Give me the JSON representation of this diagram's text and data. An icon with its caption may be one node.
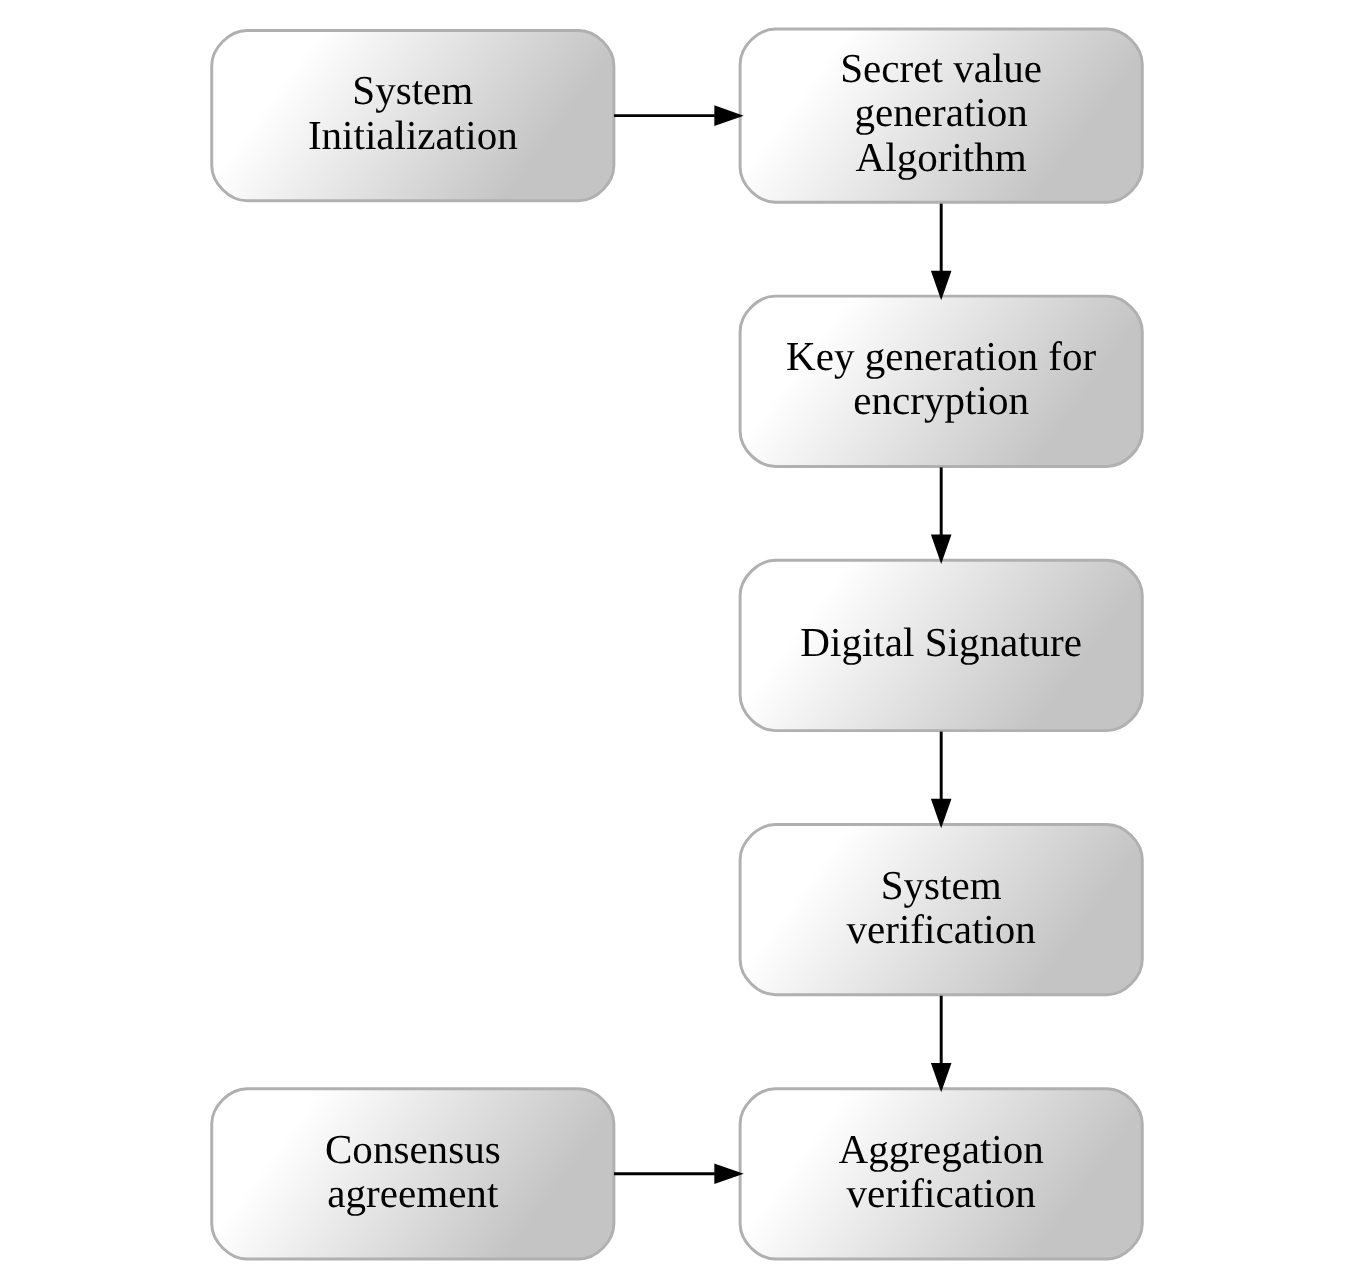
{
  "diagram": {
    "nodes": [
      {
        "text": [
          "System Initialization"
        ]
      },
      {
        "text": [
          "Secret value generation Algorithm"
        ]
      },
      {
        "text": [
          "Key generation for encryption"
        ]
      },
      {
        "text": [
          "Digital Signature"
        ]
      },
      {
        "text": [
          "System verification"
        ]
      },
      {
        "text": [
          "Aggregation verification"
        ]
      },
      {
        "text": [
          "Consensus agreement"
        ]
      }
    ],
    "edges": [
      {
        "from": 0,
        "to": 1,
        "arrow": "to"
      },
      {
        "from": 1,
        "to": 2,
        "arrow": "to"
      },
      {
        "from": 2,
        "to": 3,
        "arrow": "to"
      },
      {
        "from": 3,
        "to": 4,
        "arrow": "to"
      },
      {
        "from": 4,
        "to": 5,
        "arrow": "to"
      },
      {
        "from": 6,
        "to": 5,
        "arrow": "to"
      }
    ]
  }
}
